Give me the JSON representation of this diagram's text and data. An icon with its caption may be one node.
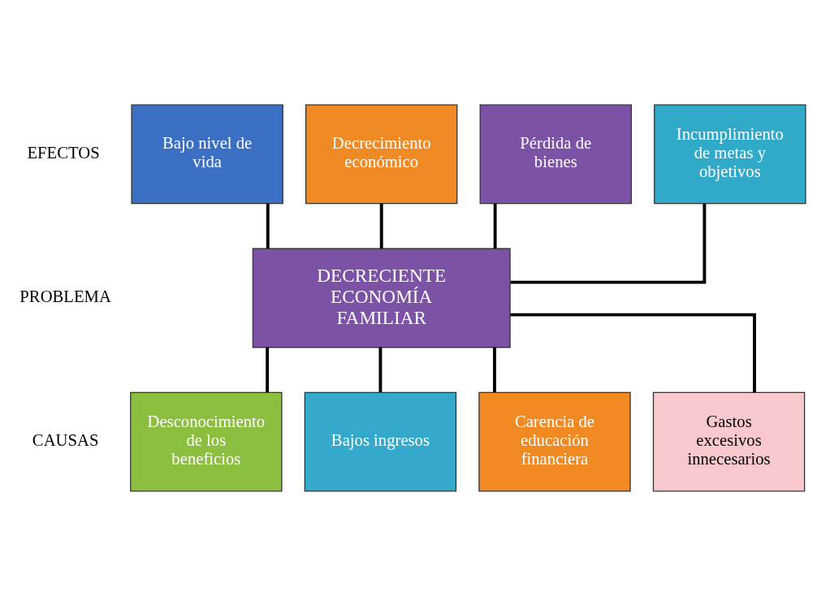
{
  "diagram": {
    "nodes": [
      {
        "text": [
          "Bajo nivel de vida"
        ]
      },
      {
        "text": [
          "Decrecimiento económico"
        ]
      },
      {
        "text": [
          "Pérdida de bienes"
        ]
      },
      {
        "text": [
          "Incumplimiento de metas y objetivos"
        ]
      },
      {
        "text": [
          "DECRECIENTE ECONOMÍA FAMILIAR"
        ]
      },
      {
        "text": [
          "Desconocimiento de los beneficios"
        ]
      },
      {
        "text": [
          "Bajos ingresos"
        ]
      },
      {
        "text": [
          "Carencia de educación financiera"
        ]
      },
      {
        "text": [
          "Gastos excesivos innecesarios"
        ]
      }
    ],
    "edges": [
      {
        "from": 0,
        "to": 4,
        "arrow": "none"
      },
      {
        "from": 1,
        "to": 4,
        "arrow": "none"
      },
      {
        "from": 2,
        "to": 4,
        "arrow": "none"
      },
      {
        "from": 3,
        "to": 4,
        "arrow": "none"
      },
      {
        "from": 4,
        "to": 5,
        "arrow": "none"
      },
      {
        "from": 4,
        "to": 6,
        "arrow": "none"
      },
      {
        "from": 4,
        "to": 7,
        "arrow": "none"
      },
      {
        "from": 4,
        "to": 8,
        "arrow": "none"
      }
    ],
    "labels": [
      "EFECTOS",
      "PROBLEMA",
      "CAUSAS"
    ]
  }
}
